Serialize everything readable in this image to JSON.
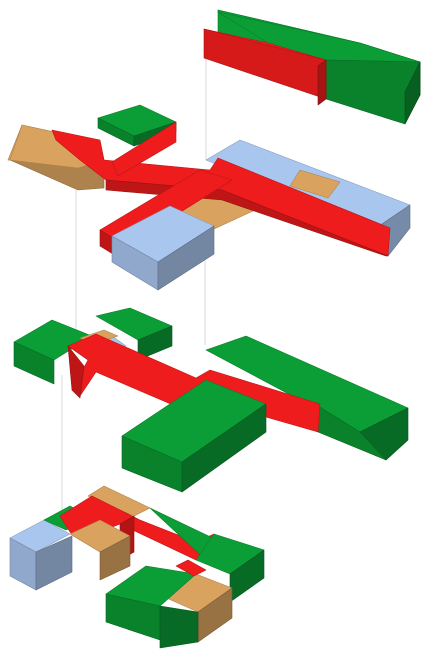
{
  "colors": {
    "red": "#ee1c1c",
    "green": "#0c9e36",
    "orange": "#d9a35f",
    "blue": "#a9c6ef",
    "line": "#cfcfcf"
  },
  "diagram": {
    "type": "exploded-axonometric-building-floors",
    "levels": [
      {
        "name": "top-level",
        "massings": [
          "green",
          "red"
        ]
      },
      {
        "name": "upper-level",
        "massings": [
          "green",
          "red",
          "orange",
          "blue"
        ]
      },
      {
        "name": "middle-level",
        "massings": [
          "green",
          "red",
          "blue",
          "orange"
        ]
      },
      {
        "name": "bottom-level",
        "massings": [
          "green",
          "red",
          "orange",
          "blue"
        ]
      }
    ]
  }
}
